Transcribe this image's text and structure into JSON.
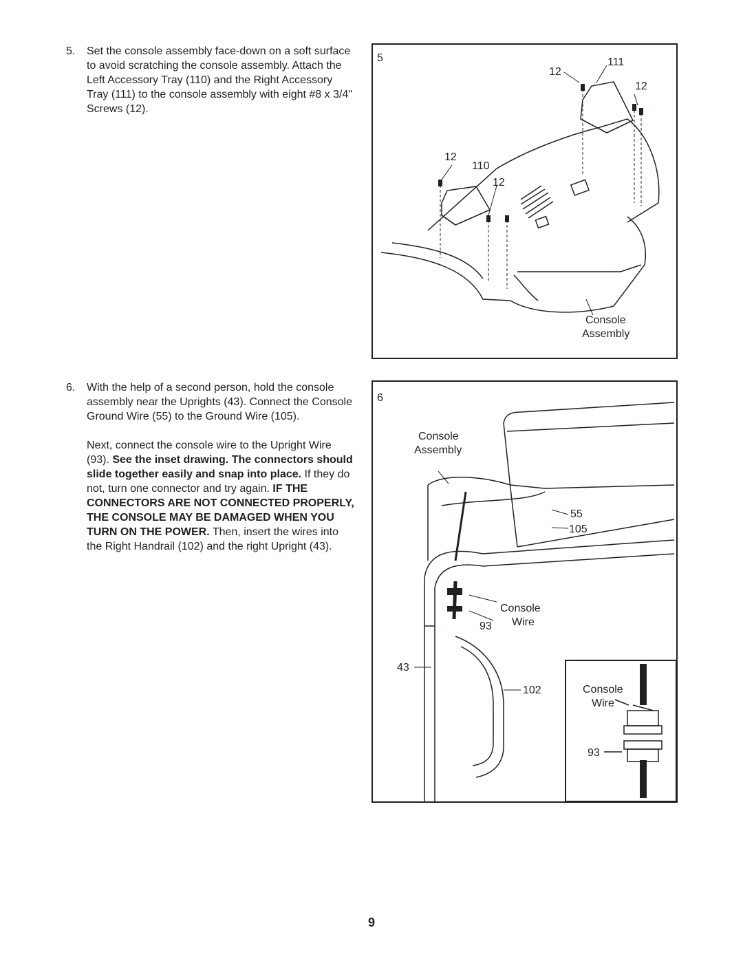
{
  "step5": {
    "number": "5.",
    "text": "Set the console assembly face-down on a soft surface to avoid scratching the console assembly. Attach the Left Accessory Tray (110) and the Right Accessory Tray (111) to the console assembly with eight #8 x 3/4\" Screws (12)."
  },
  "step6": {
    "number": "6.",
    "para1": "With the help of a second person, hold the console assembly near the Uprights (43). Connect the Console Ground Wire (55) to the Ground Wire (105).",
    "para2_a": "Next, connect the console wire to the Upright Wire (93). ",
    "para2_bold1": "See the inset drawing. The connectors should slide together easily and snap into place.",
    "para2_b": " If they do not, turn one connector and try again. ",
    "para2_bold2": "IF THE CONNECTORS ARE NOT CONNECTED PROPERLY, THE CONSOLE MAY BE DAMAGED WHEN YOU TURN ON THE POWER.",
    "para2_c": " Then, insert the wires into the Right Handrail (102) and the right Upright (43)."
  },
  "figure5": {
    "number": "5",
    "labels": {
      "screw_top_left": "12",
      "right_tray": "111",
      "screw_top_right": "12",
      "screw_mid_left": "12",
      "left_tray": "110",
      "screw_mid_right": "12",
      "console_line1": "Console",
      "console_line2": "Assembly"
    }
  },
  "figure6": {
    "number": "6",
    "labels": {
      "console_line1": "Console",
      "console_line2": "Assembly",
      "ground_wire_console": "55",
      "ground_wire": "105",
      "console_wire_line1": "Console",
      "console_wire_line2": "Wire",
      "upright_wire": "93",
      "upright": "43",
      "handrail": "102"
    },
    "inset": {
      "console_wire_line1": "Console",
      "console_wire_line2": "Wire",
      "upright_wire": "93"
    }
  },
  "page_number": "9",
  "colors": {
    "ink": "#231f20",
    "paper": "#ffffff"
  }
}
